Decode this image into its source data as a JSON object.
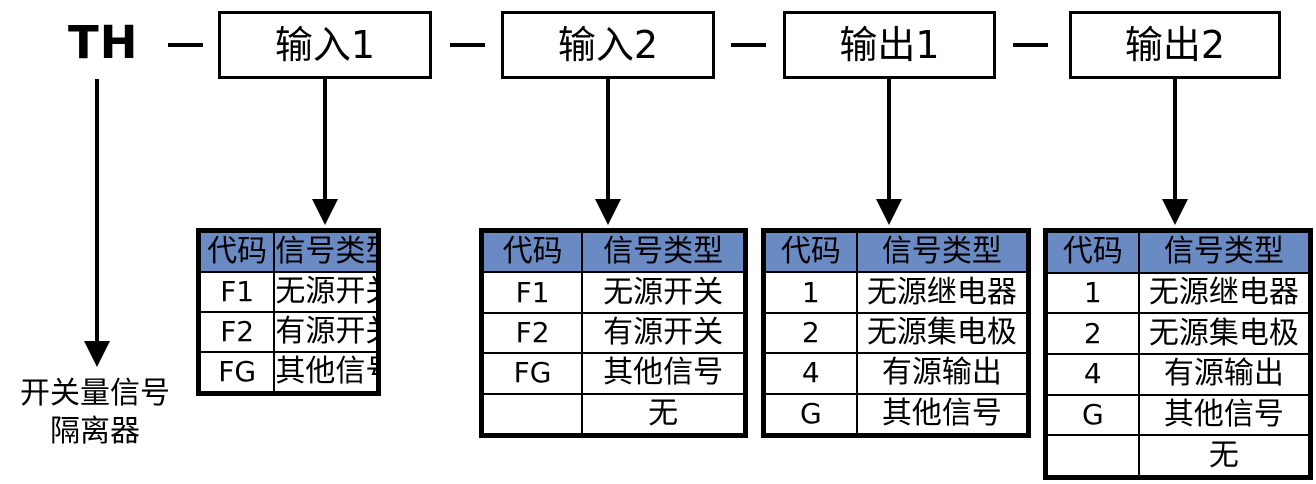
{
  "diagram": {
    "prefix": "TH",
    "separator": "—",
    "segments": [
      {
        "label": "输入1"
      },
      {
        "label": "输入2"
      },
      {
        "label": "输出1"
      },
      {
        "label": "输出2"
      }
    ],
    "product_name_lines": [
      "开关量信号",
      "隔离器"
    ],
    "header_fill": "#6a8ac4",
    "line_color": "#000000",
    "background": "#ffffff"
  },
  "tables": [
    {
      "name": "input1-table",
      "headers": [
        "代码",
        "信号类型"
      ],
      "rows": [
        {
          "code": "F1",
          "type": "无源开关"
        },
        {
          "code": "F2",
          "type": "有源开关"
        },
        {
          "code": "FG",
          "type": "其他信号"
        }
      ]
    },
    {
      "name": "input2-table",
      "headers": [
        "代码",
        "信号类型"
      ],
      "rows": [
        {
          "code": "F1",
          "type": "无源开关"
        },
        {
          "code": "F2",
          "type": "有源开关"
        },
        {
          "code": "FG",
          "type": "其他信号"
        },
        {
          "code": "",
          "type": "无"
        }
      ]
    },
    {
      "name": "output1-table",
      "headers": [
        "代码",
        "信号类型"
      ],
      "rows": [
        {
          "code": "1",
          "type": "无源继电器"
        },
        {
          "code": "2",
          "type": "无源集电极"
        },
        {
          "code": "4",
          "type": "有源输出"
        },
        {
          "code": "G",
          "type": "其他信号"
        }
      ]
    },
    {
      "name": "output2-table",
      "headers": [
        "代码",
        "信号类型"
      ],
      "rows": [
        {
          "code": "1",
          "type": "无源继电器"
        },
        {
          "code": "2",
          "type": "无源集电极"
        },
        {
          "code": "4",
          "type": "有源输出"
        },
        {
          "code": "G",
          "type": "其他信号"
        },
        {
          "code": "",
          "type": "无"
        }
      ]
    }
  ]
}
